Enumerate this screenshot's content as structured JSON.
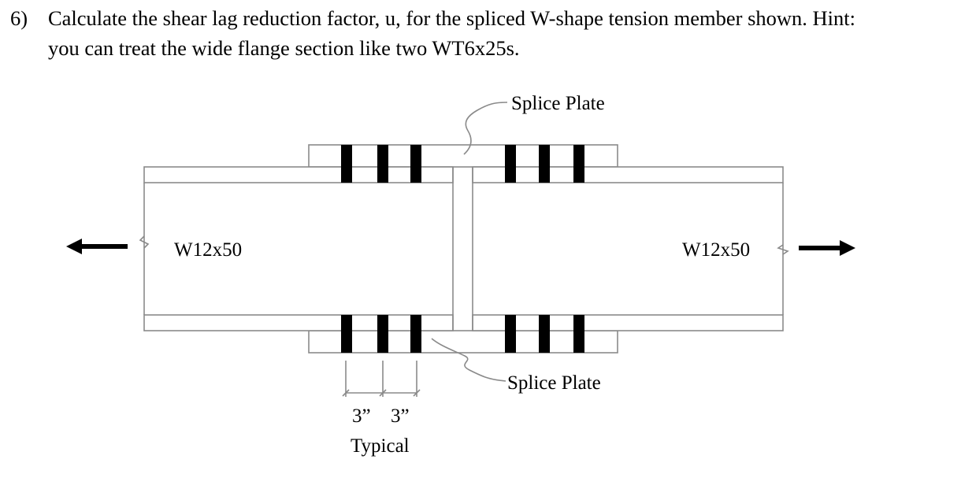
{
  "problem": {
    "number": "6)",
    "line1": "Calculate the shear lag reduction factor, u, for the spliced W-shape tension member shown. Hint:",
    "line2": "you can treat the wide flange section like two WT6x25s."
  },
  "figure": {
    "top_plate_label": "Splice Plate",
    "bottom_plate_label": "Splice Plate",
    "left_member_label": "W12x50",
    "right_member_label": "W12x50",
    "spacing_label_1": "3”",
    "spacing_label_2": "3”",
    "typical_label": "Typical"
  },
  "colors": {
    "line": "#8a8a8a",
    "bolt": "#000000",
    "text": "#000000"
  }
}
